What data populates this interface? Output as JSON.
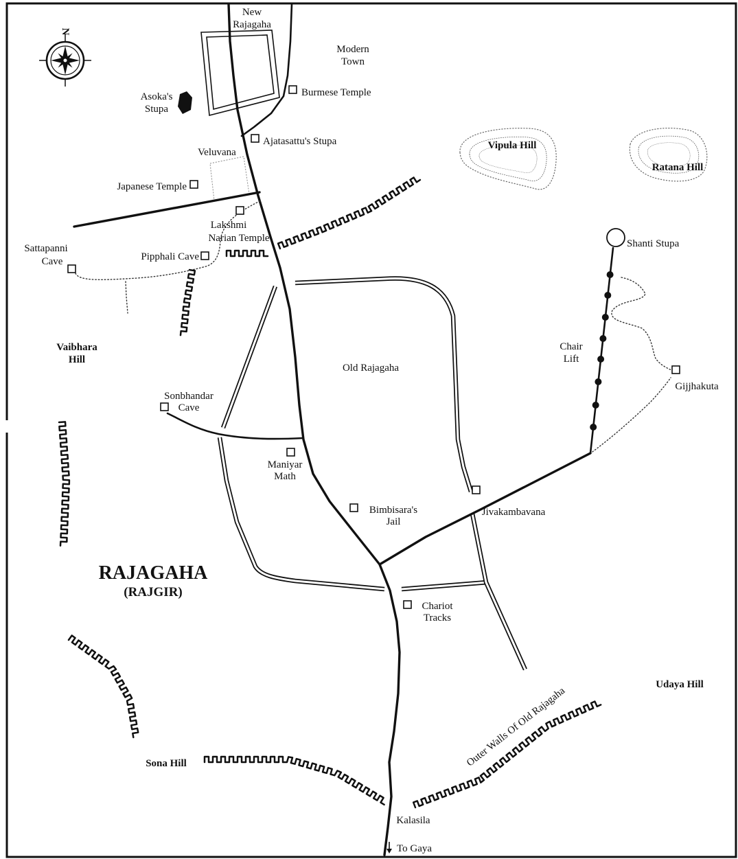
{
  "title": "RAJAGAHA",
  "subtitle": "(RAJGIR)",
  "compass": {
    "north_label": "N"
  },
  "places": {
    "new_rajagaha": [
      "New",
      "Rajagaha"
    ],
    "modern_town": [
      "Modern",
      "Town"
    ],
    "burmese_temple": "Burmese Temple",
    "asokas_stupa": [
      "Asoka's",
      "Stupa"
    ],
    "ajatasattus_stupa": "Ajatasattu's Stupa",
    "veluvana": "Veluvana",
    "japanese_temple": "Japanese Temple",
    "lakshmi_narian_temple": [
      "Lakshmi",
      "Narian Temple"
    ],
    "sattapanni_cave": [
      "Sattapanni",
      "Cave"
    ],
    "pipphali_cave": "Pipphali Cave",
    "shanti_stupa": "Shanti Stupa",
    "old_rajagaha": "Old Rajagaha",
    "chair_lift": [
      "Chair",
      "Lift"
    ],
    "gijjhakuta": "Gijjhakuta",
    "sonbhandar_cave": [
      "Sonbhandar",
      "Cave"
    ],
    "maniyar_math": [
      "Maniyar",
      "Math"
    ],
    "bimbisaras_jail": [
      "Bimbisara's",
      "Jail"
    ],
    "jivakambavana": "Jivakambavana",
    "chariot_tracks": [
      "Chariot",
      "Tracks"
    ],
    "outer_walls": "Outer Walls Of Old Rajagaha",
    "kalasila": "Kalasila",
    "to_gaya": "To Gaya"
  },
  "hills": {
    "vipula": "Vipula Hill",
    "ratana": "Ratana Hill",
    "vaibhara": [
      "Vaibhara",
      "Hill"
    ],
    "udaya": "Udaya Hill",
    "sona": "Sona Hill"
  },
  "icons": {
    "compass": "compass-rose-icon",
    "site_marker": "square-marker-icon",
    "asoka_stupa": "solid-stupa-icon",
    "shanti_stupa": "circle-stupa-icon",
    "direction": "arrow-down-icon"
  },
  "colors": {
    "ink": "#111111",
    "paper": "#ffffff",
    "faint": "#666666"
  }
}
